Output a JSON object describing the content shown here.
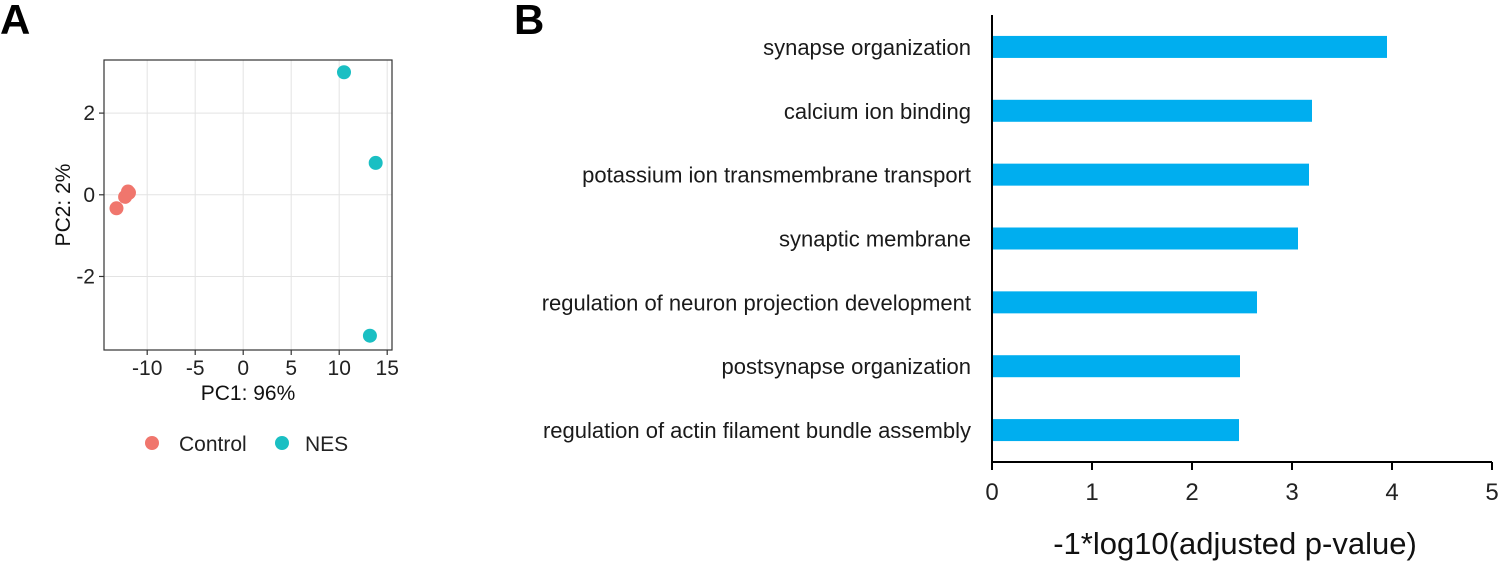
{
  "panels": {
    "a_label": "A",
    "b_label": "B"
  },
  "chart_data": [
    {
      "type": "scatter",
      "xlabel": "PC1: 96%",
      "ylabel": "PC2: 2%",
      "xlim": [
        -14.5,
        15.5
      ],
      "ylim": [
        -3.8,
        3.3
      ],
      "xticks": [
        -10,
        -5,
        0,
        5,
        10,
        15
      ],
      "xtick_labels": [
        "-10",
        "-5",
        "0",
        "5",
        "10",
        "15"
      ],
      "yticks": [
        -2,
        0,
        2
      ],
      "ytick_labels": [
        "-2",
        "0",
        "2"
      ],
      "grid": true,
      "legend_position": "bottom",
      "series": [
        {
          "name": "Control",
          "color": "#F0766D",
          "points": [
            [
              -13.2,
              -0.33
            ],
            [
              -12.3,
              -0.05
            ],
            [
              -12.0,
              0.08
            ],
            [
              -11.9,
              0.05
            ]
          ]
        },
        {
          "name": "NES",
          "color": "#1ABFC3",
          "points": [
            [
              10.5,
              3.0
            ],
            [
              13.8,
              0.78
            ],
            [
              13.2,
              -3.45
            ]
          ]
        }
      ]
    },
    {
      "type": "bar",
      "orientation": "horizontal",
      "categories": [
        "synapse organization",
        "calcium ion binding",
        "potassium ion transmembrane transport",
        "synaptic membrane",
        "regulation of neuron projection development",
        "postsynapse organization",
        "regulation of actin filament bundle assembly"
      ],
      "values": [
        3.95,
        3.2,
        3.17,
        3.06,
        2.65,
        2.48,
        2.47
      ],
      "color": "#00AEEF",
      "xlabel": "-1*log10(adjusted p-value)",
      "xlim": [
        0,
        5
      ],
      "xticks": [
        0,
        1,
        2,
        3,
        4,
        5
      ],
      "xtick_labels": [
        "0",
        "1",
        "2",
        "3",
        "4",
        "5"
      ],
      "grid": false
    }
  ]
}
